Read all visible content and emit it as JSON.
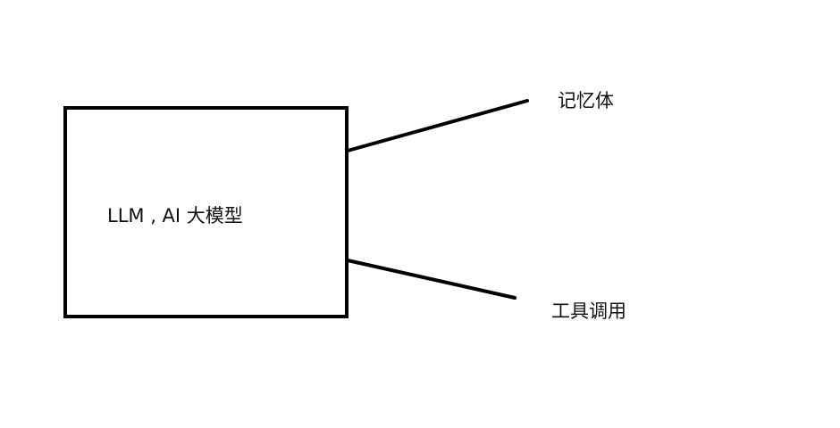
{
  "diagram": {
    "main_node": {
      "label": "LLM , AI 大模型"
    },
    "branches": [
      {
        "label": "记忆体"
      },
      {
        "label": "工具调用"
      }
    ],
    "colors": {
      "background": "#ffffff",
      "stroke": "#000000",
      "text": "#111111"
    }
  }
}
